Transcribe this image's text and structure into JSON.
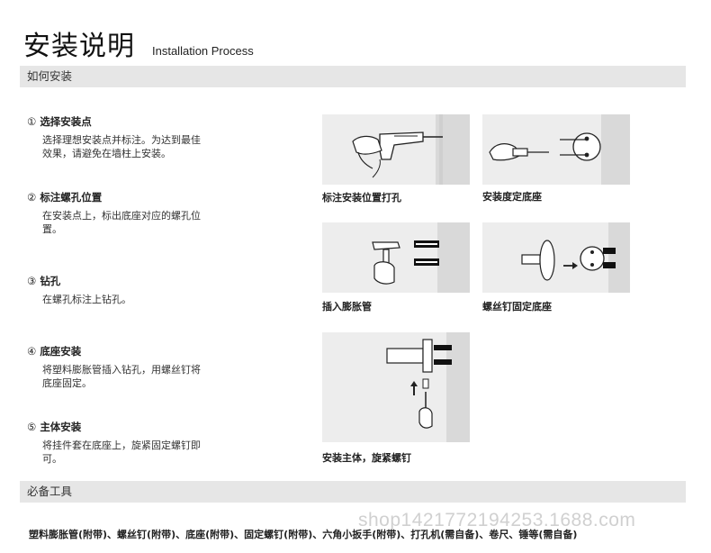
{
  "header": {
    "title_cn": "安装说明",
    "title_en": "Installation Process"
  },
  "section_install": {
    "label": "如何安装"
  },
  "steps": [
    {
      "num": "①",
      "title": "选择安装点",
      "body": "选择理想安装点并标注。为达到最佳效果，请避免在墙柱上安装。"
    },
    {
      "num": "②",
      "title": "标注螺孔位置",
      "body": "在安装点上，标出底座对应的螺孔位置。"
    },
    {
      "num": "③",
      "title": "钻孔",
      "body": "在螺孔标注上钻孔。"
    },
    {
      "num": "④",
      "title": "底座安装",
      "body": "将塑料膨胀管插入钻孔，用螺丝钉将底座固定。"
    },
    {
      "num": "⑤",
      "title": "主体安装",
      "body": "将挂件套在底座上，旋紧固定螺钉即可。"
    }
  ],
  "captions": {
    "drill": "标注安装位置打孔",
    "base": "安装度定底座",
    "anchor": "插入膨胀管",
    "screw_base": "螺丝钉固定底座",
    "mount_body": "安装主体，旋紧螺钉"
  },
  "section_tools": {
    "label": "必备工具",
    "items": "塑料膨胀管(附带)、螺丝钉(附带)、底座(附带)、固定螺钉(附带)、六角小扳手(附带)、打孔机(需自备)、卷尺、锤等(需自备)"
  },
  "watermark": "shop1421772194253.1688.com",
  "colors": {
    "bar": "#e6e6e6",
    "panel": "#ededed",
    "text": "#222222"
  },
  "icons": [
    "drill-illustration",
    "screwdriver-illustration",
    "hammer-illustration",
    "wall-plate-illustration",
    "mount-illustration"
  ]
}
